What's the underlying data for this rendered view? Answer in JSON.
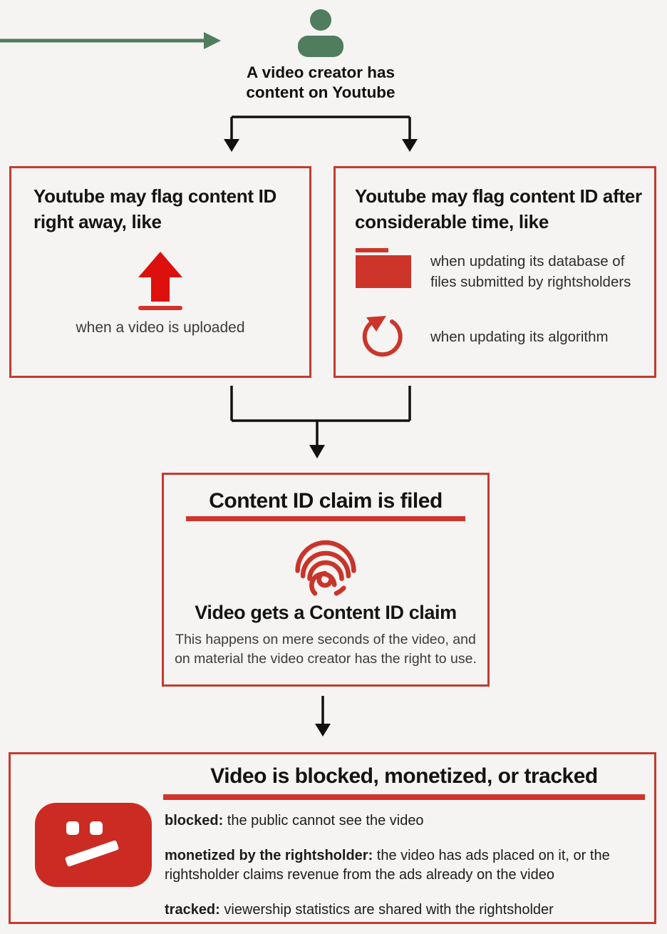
{
  "colors": {
    "background": "#f5f4f2",
    "green": "#4f7d5d",
    "box_border_red": "#c43b2f",
    "bright_red": "#dd100d",
    "bar_red": "#d2342c",
    "icon_red": "#cb352a",
    "youtube_red": "#cb2b22",
    "flow_arrow_black": "#111111"
  },
  "icons": {
    "green_arrow": "green-arrow-icon",
    "person": "person-icon",
    "upload": "upload-icon",
    "folder": "folder-icon",
    "refresh": "refresh-icon",
    "fingerprint": "fingerprint-icon",
    "youtube_blocked": "youtube-blocked-face-icon"
  },
  "intro": {
    "line1": "A video creator has",
    "line2": "content on Youtube"
  },
  "box_immediate": {
    "title": "Youtube may flag content ID right away, like",
    "caption": "when a video is uploaded"
  },
  "box_delayed": {
    "title": "Youtube may flag content ID after considerable time, like",
    "items": [
      {
        "text": "when updating its database of files submitted by rightsholders"
      },
      {
        "text": "when updating its algorithm"
      }
    ]
  },
  "box_claim": {
    "title": "Content ID claim is filed",
    "subtitle": "Video gets a Content ID claim",
    "body": "This happens on mere seconds of the video, and on material the video creator has the right to use."
  },
  "box_outcome": {
    "title": "Video is blocked, monetized, or tracked",
    "items": [
      {
        "lead": "blocked:",
        "text": " the public cannot see the video"
      },
      {
        "lead": "monetized by the rightsholder:",
        "text": " the video has ads placed on it, or the rightsholder claims revenue from the ads already on the video"
      },
      {
        "lead": "tracked:",
        "text": " viewership statistics are shared with the rightsholder"
      }
    ]
  }
}
